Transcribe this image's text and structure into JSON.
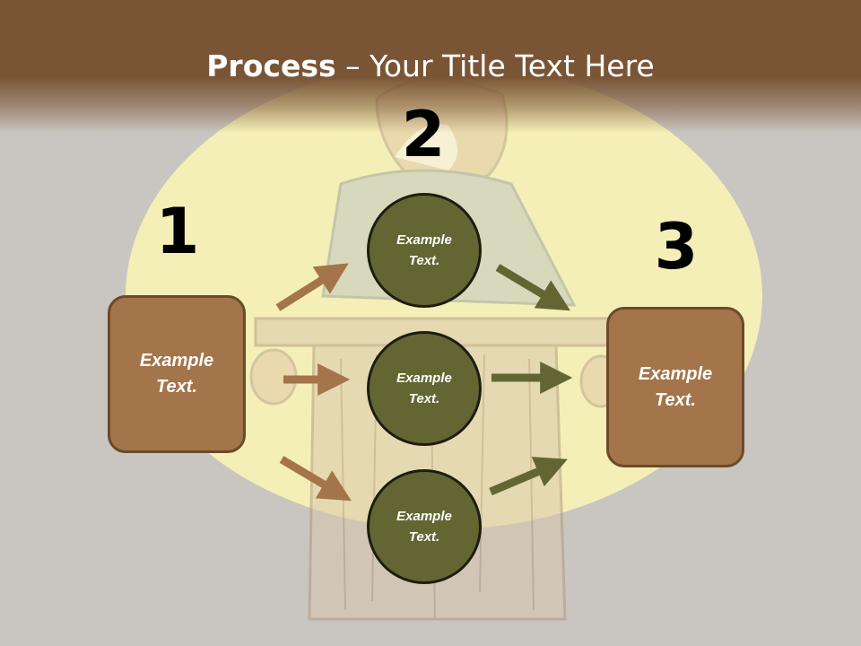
{
  "title": {
    "bold": "Process",
    "rest": " – Your Title Text Here"
  },
  "steps": [
    {
      "number": "1",
      "label": "Example Text."
    },
    {
      "number": "2",
      "label": ""
    },
    {
      "number": "3",
      "label": "Example Text."
    }
  ],
  "circles": [
    {
      "label": "Example Text."
    },
    {
      "label": "Example Text."
    },
    {
      "label": "Example Text."
    }
  ],
  "colors": {
    "title_bar": "#7a5535",
    "box_fill": "#a4744a",
    "box_border": "#6b4a2a",
    "circle_fill": "#636632",
    "arrow_brown": "#a4744a",
    "arrow_olive": "#636632",
    "background": "#c9c5c0",
    "spotlight": "#f4efb6"
  }
}
